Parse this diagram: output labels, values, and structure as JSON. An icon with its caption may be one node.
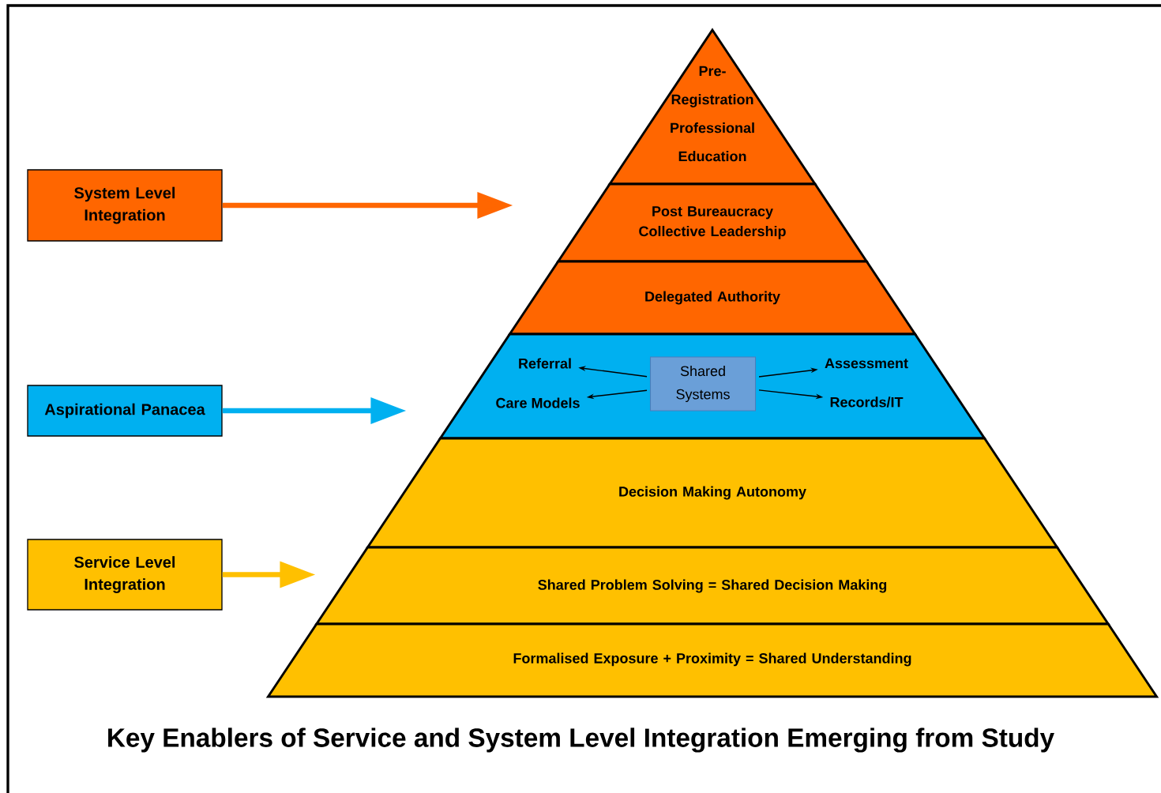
{
  "diagram": {
    "caption": "Key Enablers of Service and System Level Integration Emerging from Study",
    "nodes": [
      {
        "text": [
          "System Level Integration"
        ]
      },
      {
        "text": [
          "Aspirational Panacea"
        ]
      },
      {
        "text": [
          "Service Level Integration"
        ]
      },
      {
        "text": [
          "Pre- Registration Professional Education"
        ]
      },
      {
        "text": [
          "Post Bureaucracy Collective Leadership"
        ]
      },
      {
        "text": [
          "Delegated Authority"
        ]
      },
      {
        "text": [],
        "shape": "band"
      },
      {
        "text": [
          "Shared Systems"
        ],
        "in": 6
      },
      {
        "text": [
          "Referral"
        ],
        "in": 6
      },
      {
        "text": [
          "Care Models"
        ],
        "in": 6
      },
      {
        "text": [
          "Assessment"
        ],
        "in": 6
      },
      {
        "text": [
          "Records/IT"
        ],
        "in": 6
      },
      {
        "text": [
          "Decision Making Autonomy"
        ]
      },
      {
        "text": [
          "Shared Problem Solving = Shared Decision Making"
        ]
      },
      {
        "text": [
          "Formalised Exposure + Proximity = Shared Understanding"
        ]
      }
    ],
    "edges": [
      {
        "from": 0,
        "to": 4,
        "arrow": "to",
        "style": "thick",
        "color": "#ff6600"
      },
      {
        "from": 1,
        "to": 6,
        "arrow": "to",
        "style": "thick",
        "color": "#00b0f0"
      },
      {
        "from": 2,
        "to": 13,
        "arrow": "to",
        "style": "thick",
        "color": "#ffc000"
      },
      {
        "from": 7,
        "to": 8,
        "arrow": "to"
      },
      {
        "from": 7,
        "to": 9,
        "arrow": "to"
      },
      {
        "from": 7,
        "to": 10,
        "arrow": "to"
      },
      {
        "from": 7,
        "to": 11,
        "arrow": "to"
      }
    ]
  }
}
